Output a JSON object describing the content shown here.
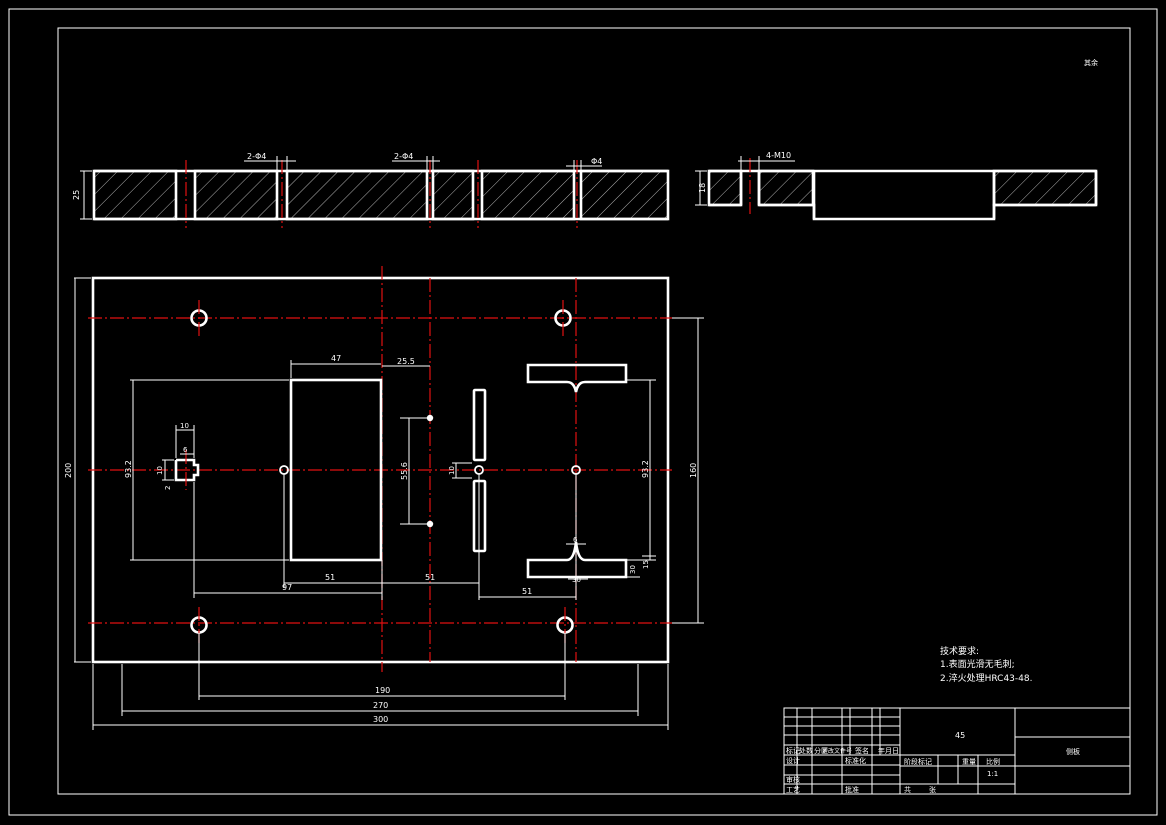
{
  "top_right_mark": "其余",
  "section_dims": {
    "thickness": "25",
    "holes_a": "2-Φ4",
    "holes_b": "2-Φ4",
    "hole_c": "Φ4",
    "thread": "4-M10",
    "side_thickness": "18"
  },
  "plan_dims": {
    "d47": "47",
    "d25_5": "25.5",
    "d10_top": "10",
    "d6": "6",
    "d10_left": "10",
    "d2": "2",
    "d93_2_left": "93.2",
    "d55_6": "55.6",
    "d10_mid": "10",
    "d93_2_right": "93.2",
    "d160": "160",
    "d200": "200",
    "d6_right": "6",
    "d30": "30",
    "d30_b": "30",
    "d15": "15",
    "d51_a": "51",
    "d51_b": "51",
    "d51_c": "51",
    "d97": "97",
    "d190": "190",
    "d270": "270",
    "d300": "300"
  },
  "notes": {
    "title": "技术要求:",
    "line1": "1.表面光滑无毛刺;",
    "line2": "2.淬火处理HRC43-48."
  },
  "title_block": {
    "material": "45",
    "part_name": "侧板",
    "labels": [
      "标记",
      "处数",
      "分区",
      "更改文件号",
      "签名",
      "年月日"
    ],
    "design": "设计",
    "check": "审核",
    "process": "工艺",
    "stage": "阶段标记",
    "weight": "重量",
    "scale": "比例",
    "scale_value": "1:1",
    "sheet": "共",
    "sheet_of": "张",
    "std": "标准化",
    "approve": "批准"
  }
}
